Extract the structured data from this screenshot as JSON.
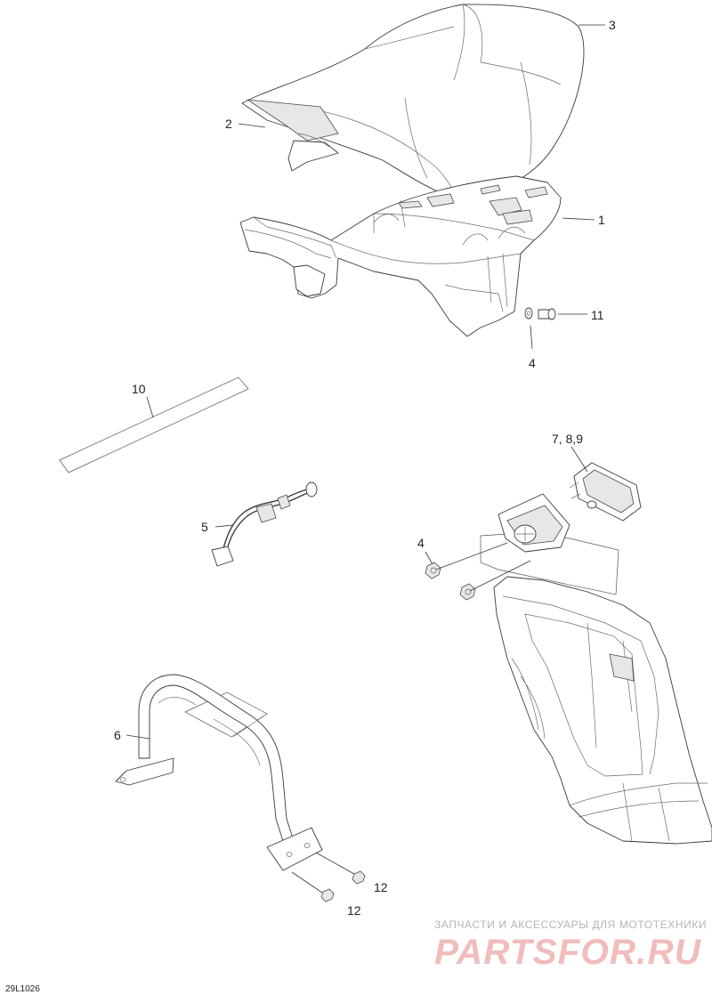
{
  "diagram": {
    "callouts": {
      "c1": "1",
      "c2": "2",
      "c3": "3",
      "c4a": "4",
      "c4b": "4",
      "c5": "5",
      "c6": "6",
      "c789": "7, 8,9",
      "c10": "10",
      "c11": "11",
      "c12a": "12",
      "c12b": "12"
    },
    "document_code": "29L1026"
  },
  "watermark": {
    "tagline": "ЗАПЧАСТИ И АКСЕССУАРЫ ДЛЯ МОТОТЕХНИКИ",
    "brand": "PARTSFOR.RU",
    "color": "#f1bcbc"
  }
}
